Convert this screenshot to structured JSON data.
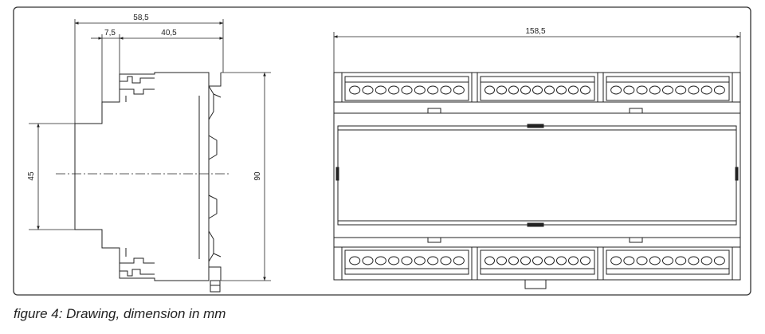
{
  "caption": "figure 4: Drawing, dimension in mm",
  "dimensions": {
    "total_depth": "58,5",
    "offset": "7,5",
    "body_depth": "40,5",
    "front_height": "45",
    "total_height": "90",
    "width": "158,5"
  },
  "terminal_blocks": {
    "screws_per_block": 9
  },
  "colors": {
    "line": "#222222",
    "frame": "#333333",
    "background": "#ffffff"
  }
}
